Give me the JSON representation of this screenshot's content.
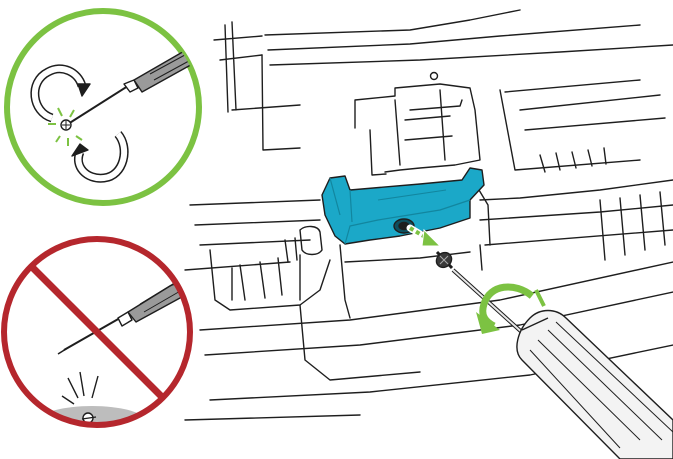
{
  "illustration": {
    "main_scene": "printer-interior-screw-removal",
    "colors": {
      "line": "#1e1e1e",
      "part_fill": "#1ba8c8",
      "part_shade": "#12869f",
      "ok_ring": "#7cc242",
      "no_ring": "#b5272d",
      "arrow_green": "#7cc242",
      "screw_shadow": "#bdbdbd"
    },
    "callouts": [
      {
        "name": "correct-loosen-method",
        "ring": "ok_ring",
        "icon": "screwdriver-icon"
      },
      {
        "name": "prohibited-drop-screw",
        "ring": "no_ring",
        "icon": "prohibited-icon"
      }
    ]
  }
}
